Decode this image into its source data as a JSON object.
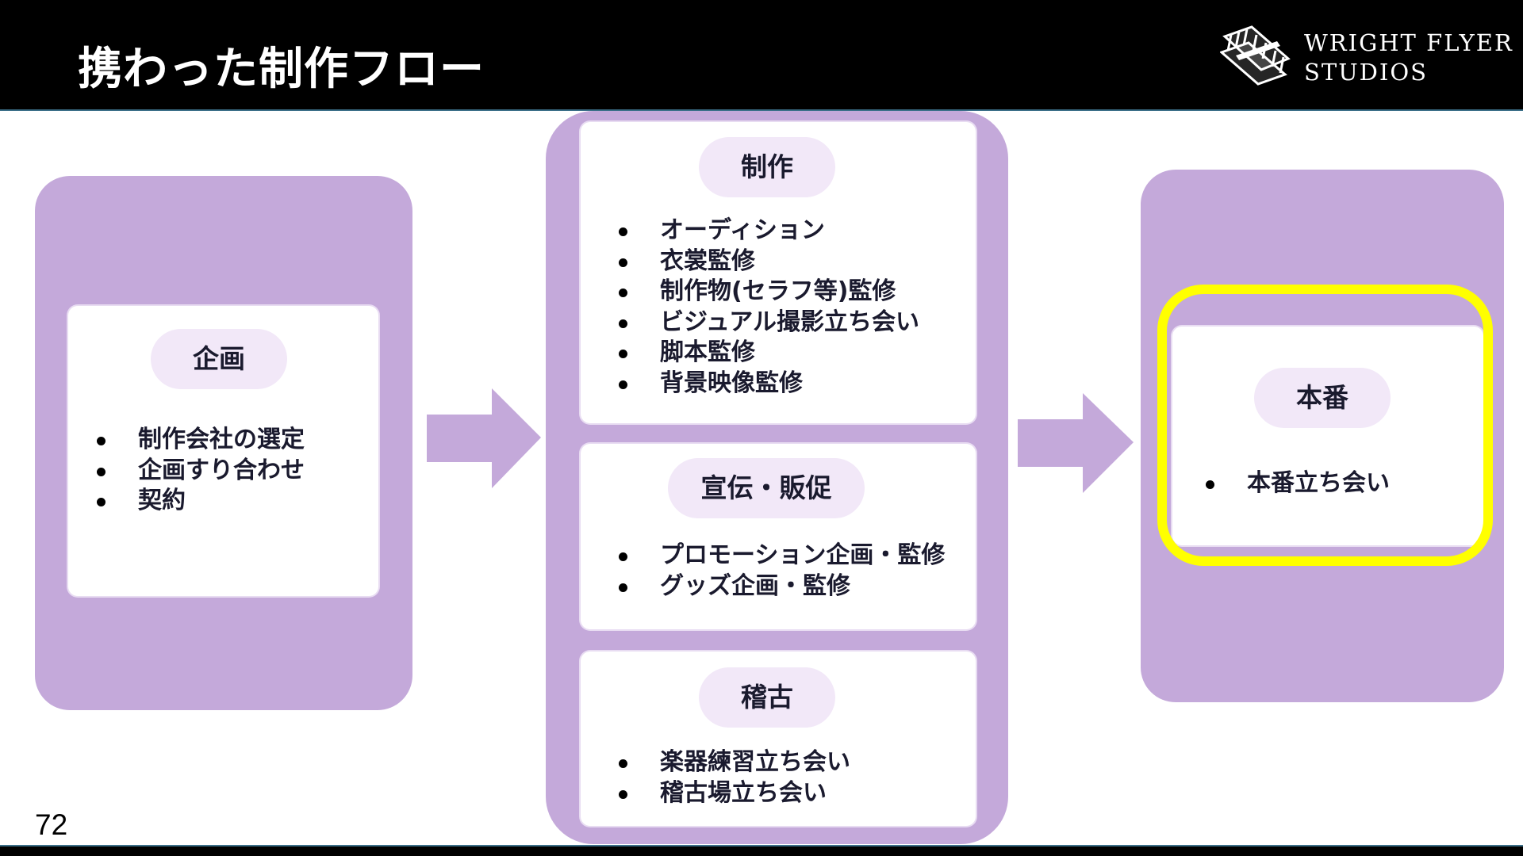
{
  "header": {
    "title": "携わった制作フロー",
    "logo": {
      "line1": "WRIGHT FLYER",
      "line2": "STUDIOS",
      "icon": "airplane-logo-icon"
    }
  },
  "stages": {
    "planning": {
      "label": "企画",
      "items": [
        "制作会社の選定",
        "企画すり合わせ",
        "契約"
      ]
    },
    "production": {
      "label": "制作",
      "items": [
        "オーディション",
        "衣裳監修",
        "制作物(セラフ等)監修",
        "ビジュアル撮影立ち会い",
        "脚本監修",
        "背景映像監修"
      ]
    },
    "promotion": {
      "label": "宣伝・販促",
      "items": [
        "プロモーション企画・監修",
        "グッズ企画・監修"
      ]
    },
    "rehearsal": {
      "label": "稽古",
      "items": [
        "楽器練習立ち会い",
        "稽古場立ち会い"
      ]
    },
    "performance": {
      "label": "本番",
      "items": [
        "本番立ち会い"
      ]
    }
  },
  "colors": {
    "panel": "#c4a9da",
    "pill": "#f2e8f8",
    "arrow": "#c4a9da",
    "highlight": "#ffff00"
  },
  "page_number": "72"
}
